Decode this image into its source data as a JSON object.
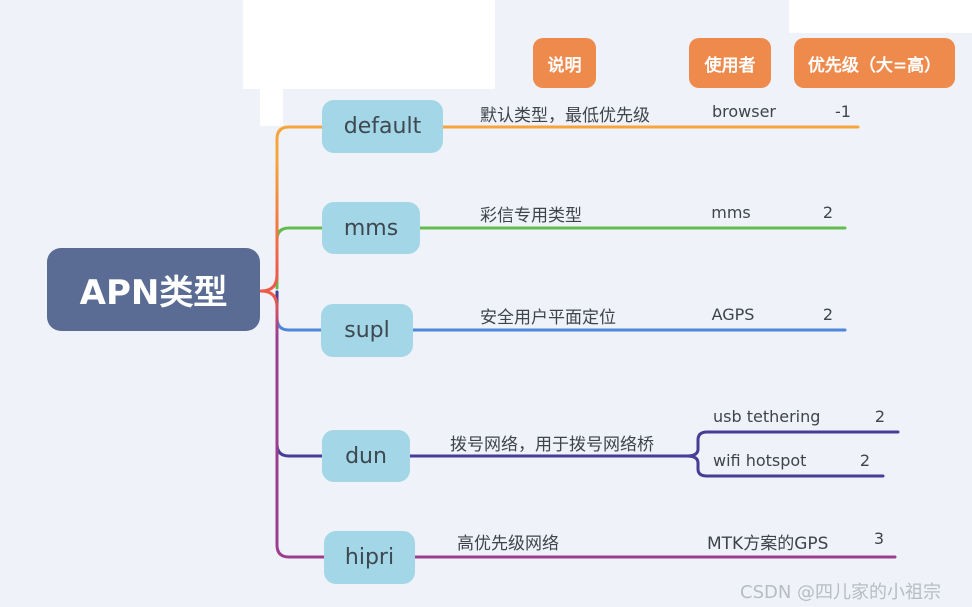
{
  "root": {
    "label": "APN类型"
  },
  "columns": [
    {
      "label": "说明"
    },
    {
      "label": "使用者"
    },
    {
      "label": "优先级（大=高）"
    }
  ],
  "branches": [
    {
      "label": "default",
      "desc": "默认类型，最低优先级",
      "user": "browser",
      "priority": "-1",
      "color": "#F5A53B"
    },
    {
      "label": "mms",
      "desc": "彩信专用类型",
      "user": "mms",
      "priority": "2",
      "color": "#62BD4D"
    },
    {
      "label": "supl",
      "desc": "安全用户平面定位",
      "user": "AGPS",
      "priority": "2",
      "color": "#4E86DB"
    },
    {
      "label": "dun",
      "desc": "拨号网络，用于拨号网络桥",
      "color": "#473D96",
      "children": [
        {
          "user": "usb tethering",
          "priority": "2"
        },
        {
          "user": "wifi hotspot",
          "priority": "2"
        }
      ]
    },
    {
      "label": "hipri",
      "desc": "高优先级网络",
      "user": "MTK方案的GPS",
      "priority": "3",
      "color": "#9C3D8F"
    }
  ],
  "colors": {
    "background": "#EFF3F9",
    "red": "#EF5B4B",
    "orange": "#F5A53B",
    "green": "#62BD4D",
    "blue": "#4E86DB",
    "indigo": "#473D96",
    "magenta": "#9C3D8F",
    "header_bg": "#EF8A4D",
    "node_fill": "#A3D6E6",
    "root_fill": "#5A6B94"
  },
  "watermark": "CSDN @四儿家的小祖宗"
}
